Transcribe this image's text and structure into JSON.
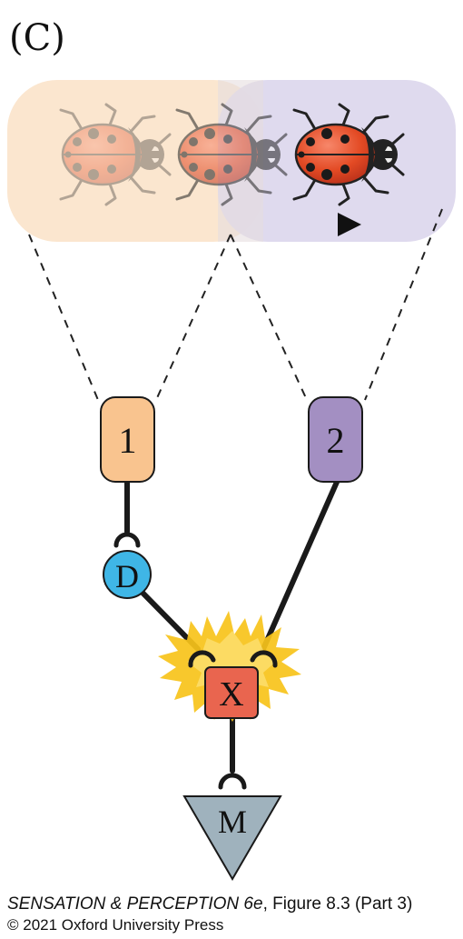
{
  "panel_label": "(C)",
  "units": {
    "detector_1": "1",
    "detector_2": "2",
    "delay": "D",
    "coincidence": "X",
    "motion": "M"
  },
  "caption": {
    "book_title": "SENSATION & PERCEPTION 6e",
    "figure_ref": ", Figure 8.3 (Part 3)",
    "copyright": "© 2021 Oxford University Press"
  },
  "colors": {
    "receptive_field_1": "#fbe6cf",
    "receptive_field_2": "#dcd6ec",
    "detector_1": "#f9c48f",
    "detector_2": "#a38fc2",
    "delay": "#3fb6e6",
    "coincidence": "#e9654f",
    "motion": "#9fb2bd",
    "burst": "#f7c31a",
    "ladybug_body": "#e34a24"
  },
  "icons": [
    "ladybug-icon",
    "motion-arrow-icon",
    "burst-icon",
    "synapse-icon"
  ]
}
